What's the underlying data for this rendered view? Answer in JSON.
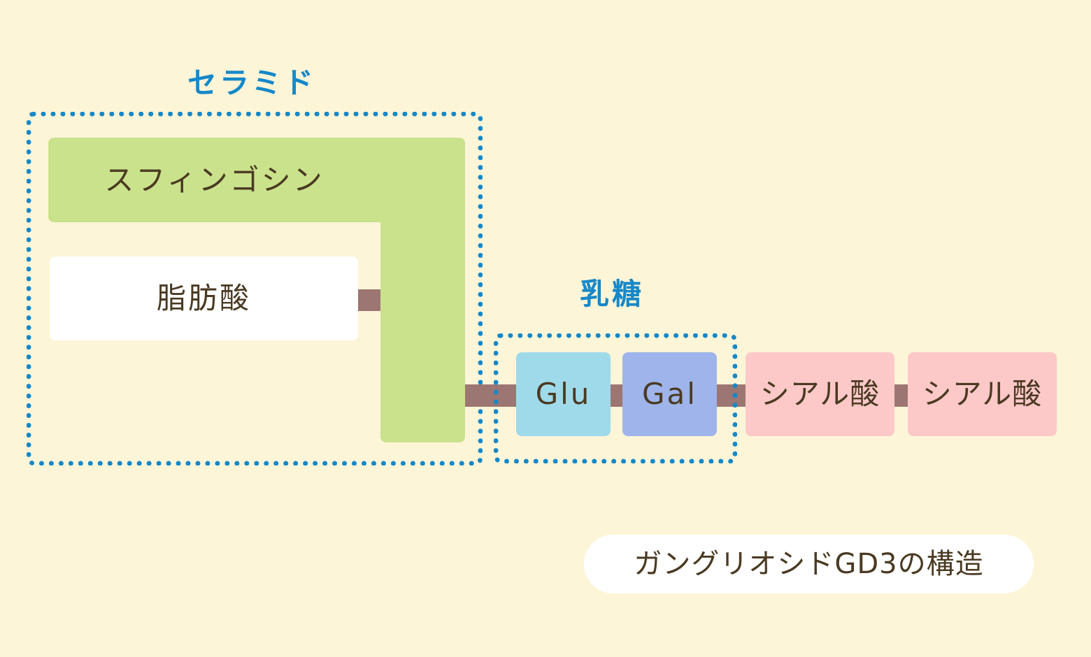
{
  "ceramide": {
    "label": "セラミド"
  },
  "sphingosine": {
    "label": "スフィンゴシン"
  },
  "fatty_acid": {
    "label": "脂肪酸"
  },
  "lactose": {
    "label": "乳糖"
  },
  "glucose": {
    "label": "Glu"
  },
  "galactose": {
    "label": "Gal"
  },
  "sialic_acid_1": {
    "label": "シアル酸"
  },
  "sialic_acid_2": {
    "label": "シアル酸"
  },
  "caption": {
    "label": "ガングリオシドGD3の構造"
  },
  "colors": {
    "background": "#fdf5d8",
    "sphingosine": "#cae28c",
    "glucose": "#9fdaea",
    "galactose": "#9eb4ea",
    "sialic_acid": "#fdc8c8",
    "link": "#9c7672",
    "group_outline": "#1688c8"
  }
}
